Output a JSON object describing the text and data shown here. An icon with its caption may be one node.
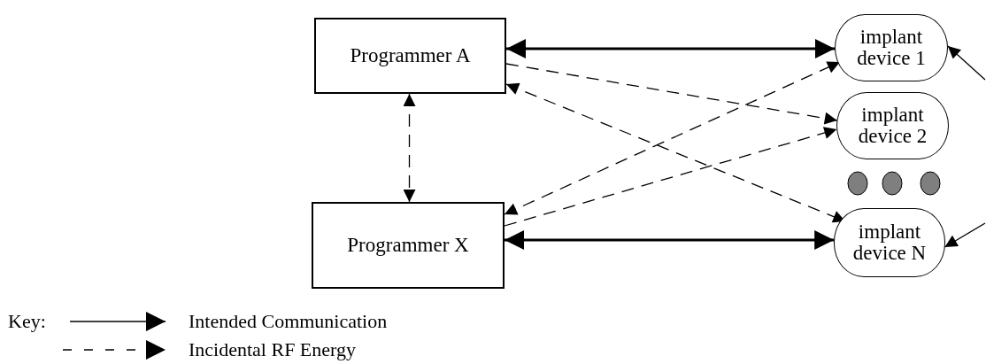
{
  "diagram": {
    "nodes": [
      {
        "text": [
          "Programmer A"
        ]
      },
      {
        "text": [
          "implant device 1"
        ]
      },
      {
        "text": [
          "implant device 2"
        ]
      },
      {
        "text": [
          "Programmer X"
        ]
      },
      {
        "text": [
          "implant device N"
        ]
      }
    ],
    "edges": [
      {
        "from": 0,
        "to": 1,
        "arrow": "both",
        "style": "thick"
      },
      {
        "from": 0,
        "to": 2,
        "arrow": "to",
        "style": "dashed"
      },
      {
        "from": 0,
        "to": 4,
        "arrow": "both",
        "style": "dashed"
      },
      {
        "from": 3,
        "to": 1,
        "arrow": "both",
        "style": "dashed"
      },
      {
        "from": 3,
        "to": 2,
        "arrow": "to",
        "style": "dashed"
      },
      {
        "from": 3,
        "to": 4,
        "arrow": "both",
        "style": "thick"
      },
      {
        "from": 0,
        "to": 3,
        "arrow": "both",
        "style": "dashed"
      },
      {
        "from": null,
        "to": 1,
        "arrow": "to"
      },
      {
        "from": null,
        "to": 4,
        "arrow": "to"
      }
    ],
    "labels": [
      "Key:"
    ],
    "legend": [
      {
        "text": "Intended Communication"
      },
      {
        "text": "Incidental RF Energy"
      }
    ]
  }
}
